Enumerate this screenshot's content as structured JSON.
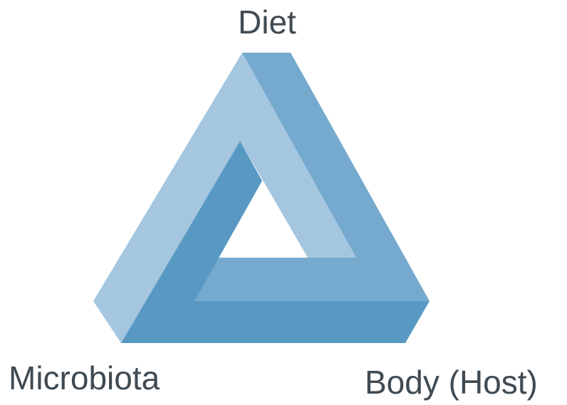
{
  "diagram": {
    "type": "penrose-triangle",
    "nodes": [
      {
        "id": "top",
        "label": "Diet"
      },
      {
        "id": "left",
        "label": "Microbiota"
      },
      {
        "id": "right",
        "label": "Body (Host)"
      }
    ],
    "colors": {
      "light": "#a4c6df",
      "medium": "#75aace",
      "dark": "#5899c4",
      "text": "#3f4a52",
      "background": "#ffffff"
    }
  }
}
